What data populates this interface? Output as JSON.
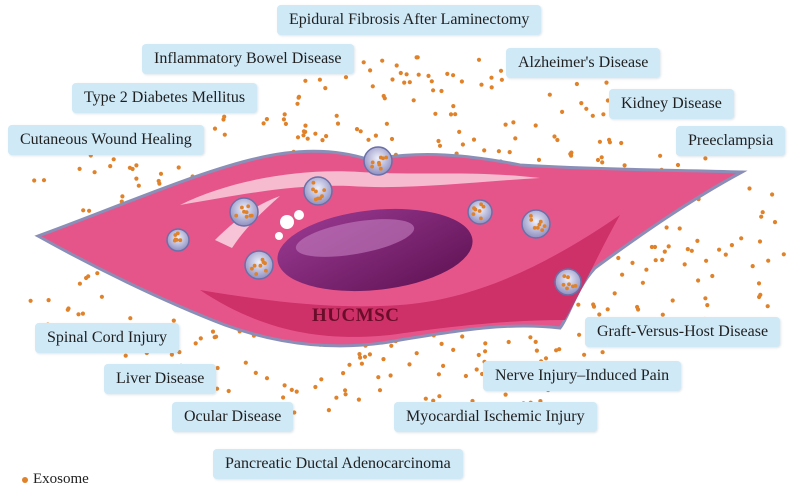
{
  "cell_label": "HUCMSC",
  "legend": {
    "exosome": "Exosome"
  },
  "colors": {
    "exosome": "#e0822a",
    "cell_fill": "#e6558a",
    "cell_dark": "#c92a62",
    "nucleus": "#7a1f6e",
    "label_bg": "#cfe9f7"
  },
  "diseases": [
    {
      "id": "epidural",
      "label": "Epidural Fibrosis After Laminectomy"
    },
    {
      "id": "ibd",
      "label": "Inflammatory Bowel Disease"
    },
    {
      "id": "alzheimers",
      "label": "Alzheimer's Disease"
    },
    {
      "id": "t2dm",
      "label": "Type 2 Diabetes Mellitus"
    },
    {
      "id": "kidney",
      "label": "Kidney Disease"
    },
    {
      "id": "wound",
      "label": "Cutaneous Wound Healing"
    },
    {
      "id": "preeclampsia",
      "label": "Preeclampsia"
    },
    {
      "id": "spinal",
      "label": "Spinal Cord Injury"
    },
    {
      "id": "gvhd",
      "label": "Graft-Versus-Host Disease"
    },
    {
      "id": "liver",
      "label": "Liver Disease"
    },
    {
      "id": "nerve",
      "label": "Nerve Injury–Induced Pain"
    },
    {
      "id": "ocular",
      "label": "Ocular Disease"
    },
    {
      "id": "myocardial",
      "label": "Myocardial Ischemic Injury"
    },
    {
      "id": "pancreatic",
      "label": "Pancreatic Ductal Adenocarcinoma"
    }
  ]
}
